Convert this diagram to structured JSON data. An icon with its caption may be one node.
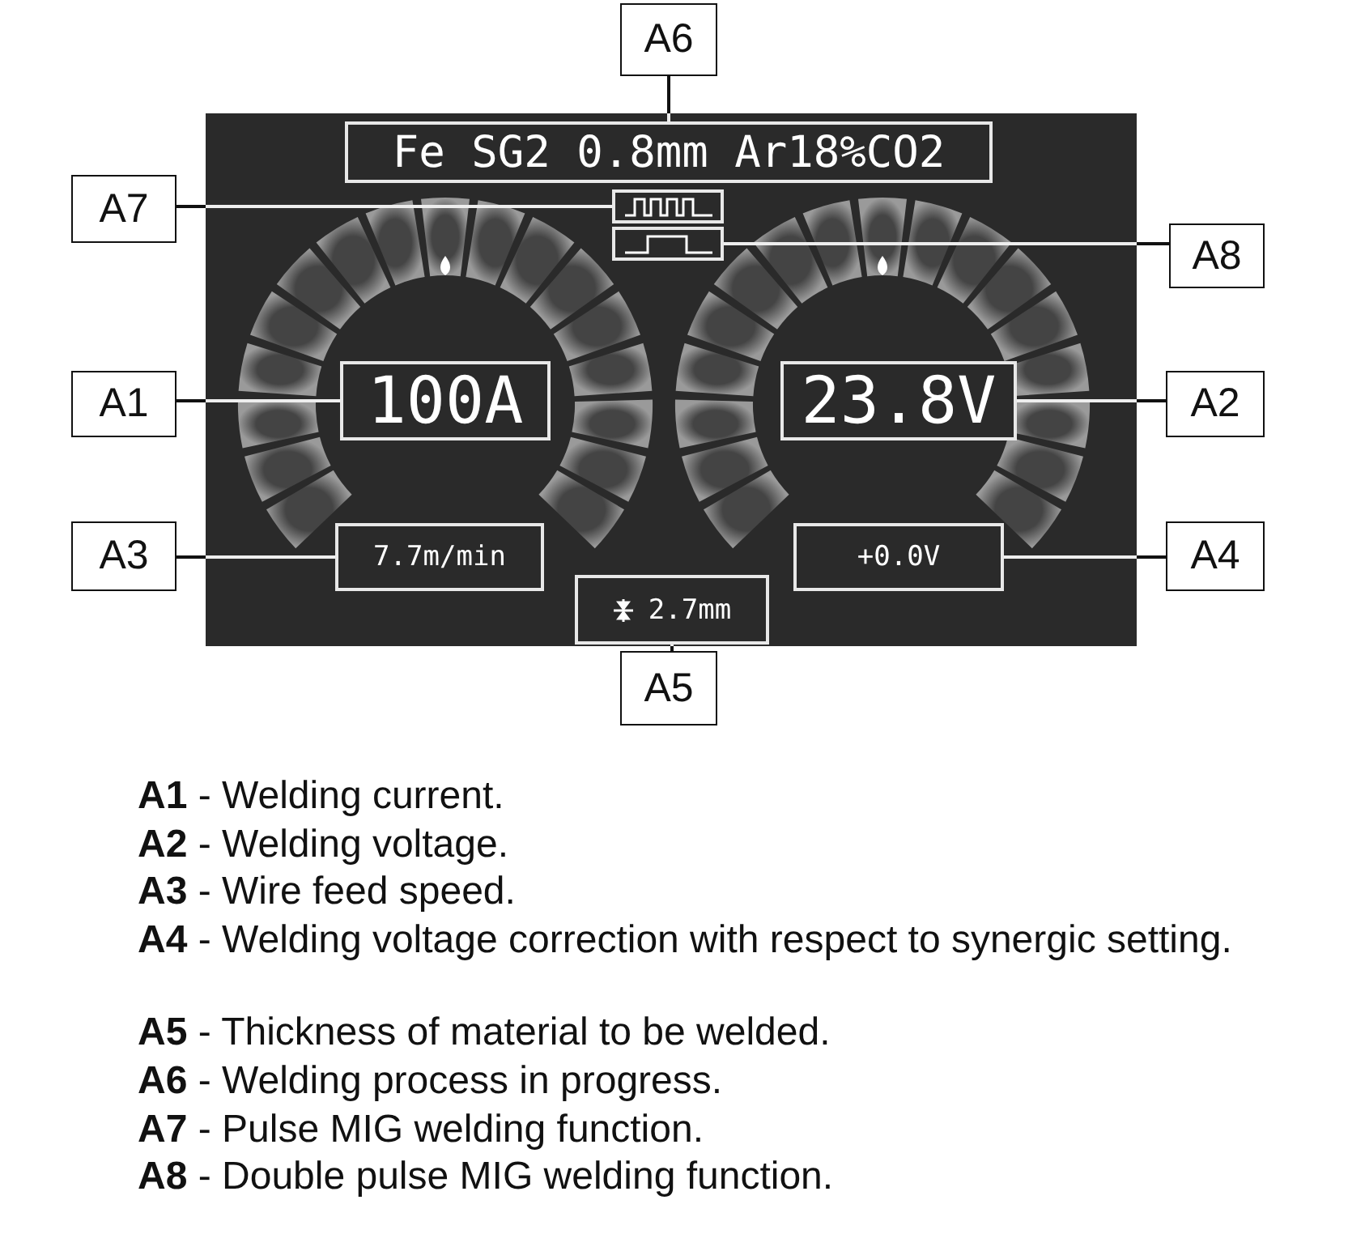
{
  "diagram": {
    "nodes": [
      {
        "text": [],
        "shape": "box"
      },
      {
        "text": [
          "Fe SG2 0.8mm Ar18%CO2"
        ],
        "in": 0
      },
      {
        "text": [],
        "shape": "box",
        "in": 0
      },
      {
        "text": [],
        "shape": "box",
        "in": 0
      },
      {
        "text": [
          "100A"
        ],
        "in": 0
      },
      {
        "text": [
          "23.8V"
        ],
        "in": 0
      },
      {
        "text": [
          "7.7m/min"
        ],
        "in": 0
      },
      {
        "text": [
          "+0.0V"
        ],
        "in": 0
      },
      {
        "text": [
          "2.7mm"
        ],
        "in": 0
      },
      {
        "text": [
          "A6"
        ]
      },
      {
        "text": [
          "A7"
        ]
      },
      {
        "text": [
          "A8"
        ]
      },
      {
        "text": [
          "A1"
        ]
      },
      {
        "text": [
          "A2"
        ]
      },
      {
        "text": [
          "A3"
        ]
      },
      {
        "text": [
          "A4"
        ]
      },
      {
        "text": [
          "A5"
        ]
      }
    ],
    "edges": [
      {
        "from": 9,
        "to": 1,
        "arrow": "none"
      },
      {
        "from": 10,
        "to": 2,
        "arrow": "none"
      },
      {
        "from": 11,
        "to": 3,
        "arrow": "none"
      },
      {
        "from": 12,
        "to": 4,
        "arrow": "none"
      },
      {
        "from": 13,
        "to": 5,
        "arrow": "none"
      },
      {
        "from": 14,
        "to": 6,
        "arrow": "none"
      },
      {
        "from": 15,
        "to": 7,
        "arrow": "none"
      },
      {
        "from": 16,
        "to": 8,
        "arrow": "none"
      }
    ],
    "labels": [
      "**A1** - Welding current.",
      "**A2** - Welding voltage.",
      "**A3** - Wire feed speed.",
      "**A4** - Welding voltage correction with respect to synergic setting.",
      "**A5** - Thickness of material to be welded.",
      "**A6** - Welding process in progress.",
      "**A7** - Pulse MIG welding function.",
      "**A8** - Double pulse MIG welding function."
    ]
  }
}
